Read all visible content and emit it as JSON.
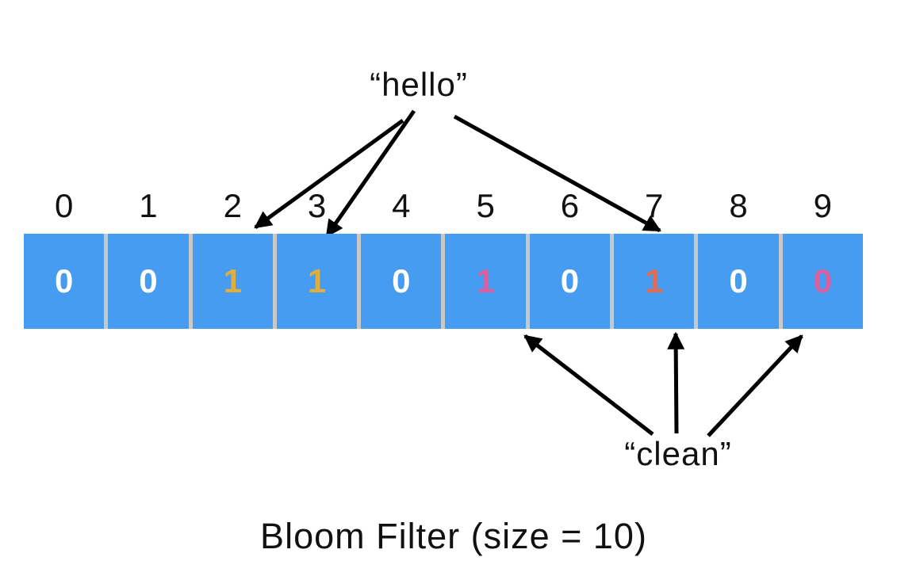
{
  "labels": {
    "hello": "“hello”",
    "clean": "“clean”"
  },
  "caption": "Bloom Filter (size = 10)",
  "bloom_filter": {
    "size": 10,
    "cell_background": "#459CF0",
    "separator_color": "#C8C8C8",
    "cells": [
      {
        "index": "0",
        "value": "0",
        "color": "#FFFFFF"
      },
      {
        "index": "1",
        "value": "0",
        "color": "#FFFFFF"
      },
      {
        "index": "2",
        "value": "1",
        "color": "#DFAE3E"
      },
      {
        "index": "3",
        "value": "1",
        "color": "#DFAE3E"
      },
      {
        "index": "4",
        "value": "0",
        "color": "#FFFFFF"
      },
      {
        "index": "5",
        "value": "1",
        "color": "#DB5F9F"
      },
      {
        "index": "6",
        "value": "0",
        "color": "#FFFFFF"
      },
      {
        "index": "7",
        "value": "1",
        "color": "#E56C52"
      },
      {
        "index": "8",
        "value": "0",
        "color": "#FFFFFF"
      },
      {
        "index": "9",
        "value": "0",
        "color": "#DB5F9F"
      }
    ]
  },
  "annotations": {
    "arrow_color": "#000000",
    "hello_points_to_indices": [
      2,
      3,
      7
    ],
    "clean_points_to_indices": [
      5,
      7,
      9
    ]
  }
}
